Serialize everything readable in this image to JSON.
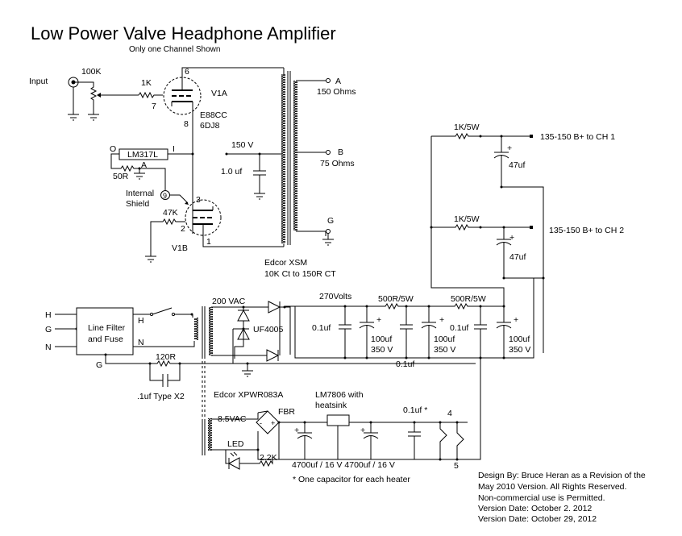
{
  "title": "Low Power Valve Headphone Amplifier",
  "subtitle": "Only one Channel Shown",
  "amp": {
    "input_label": "Input",
    "pot_label": "100K",
    "grid_res_label": "1K",
    "v1a": {
      "name": "V1A",
      "type1": "E88CC",
      "type2": "6DJ8",
      "pin_plate": "6",
      "pin_grid": "7",
      "pin_cathode": "8"
    },
    "v1b": {
      "name": "V1B",
      "pin_plate": "3",
      "pin_grid": "2",
      "pin_cathode": "1",
      "pin_shield": "9"
    },
    "regulator": {
      "name": "LM317L",
      "pin_o": "O",
      "pin_i": "I",
      "pin_a": "A",
      "resistor": "50R"
    },
    "shield_label_1": "Internal",
    "shield_label_2": "Shield",
    "v1b_grid_res": "47K",
    "b_plus_label": "150 V",
    "b_plus_cap": "1.0 uf",
    "outputs": [
      {
        "tap": "A",
        "impedance": "150 Ohms"
      },
      {
        "tap": "B",
        "impedance": "75 Ohms"
      },
      {
        "tap": "G",
        "impedance": ""
      }
    ],
    "transformer_1": "Edcor XSM",
    "transformer_2": "10K Ct to 150R CT"
  },
  "supply_taps": [
    {
      "resistor": "1K/5W",
      "cap": "47uf",
      "label": "135-150 B+ to CH 1"
    },
    {
      "resistor": "1K/5W",
      "cap": "47uf",
      "label": "135-150 B+ to  CH 2"
    }
  ],
  "psu": {
    "mains": [
      "H",
      "G",
      "N"
    ],
    "filter_1": "Line Filter",
    "filter_2": "and Fuse",
    "filter_out_h": "H",
    "filter_out_n": "N",
    "filter_out_g": "G",
    "ground_res": "120R",
    "ground_cap": ".1uf Type X2",
    "secondary_hv": "200 VAC",
    "diodes": "UF4005",
    "hv_rail": "270Volts",
    "filter_res_1": "500R/5W",
    "filter_res_2": "500R/5W",
    "film_cap_1": "0.1uf",
    "film_cap_2": "0.1uf",
    "film_cap_3": "0.1uf",
    "elco_value": "100uf",
    "elco_voltage": "350 V",
    "power_transformer": "Edcor XPWR083A",
    "secondary_lv": "8.5VAC",
    "bridge": "FBR",
    "led": "LED",
    "led_res": "2.2K",
    "heater_reg_1": "LM7806 with",
    "heater_reg_2": "heatsink",
    "heater_caps": "4700uf / 16 V 4700uf / 16 V",
    "heater_film": "0.1uf *",
    "heater_pin_4": "4",
    "heater_pin_5": "5",
    "heater_note": "* One capacitor for each heater"
  },
  "credits": [
    "Design By:  Bruce Heran as a Revision of the",
    "May 2010 Version.  All Rights Reserved.",
    "Non-commercial use is Permitted.",
    "Version Date:  October 2. 2012",
    "Version Date: October 29, 2012"
  ]
}
